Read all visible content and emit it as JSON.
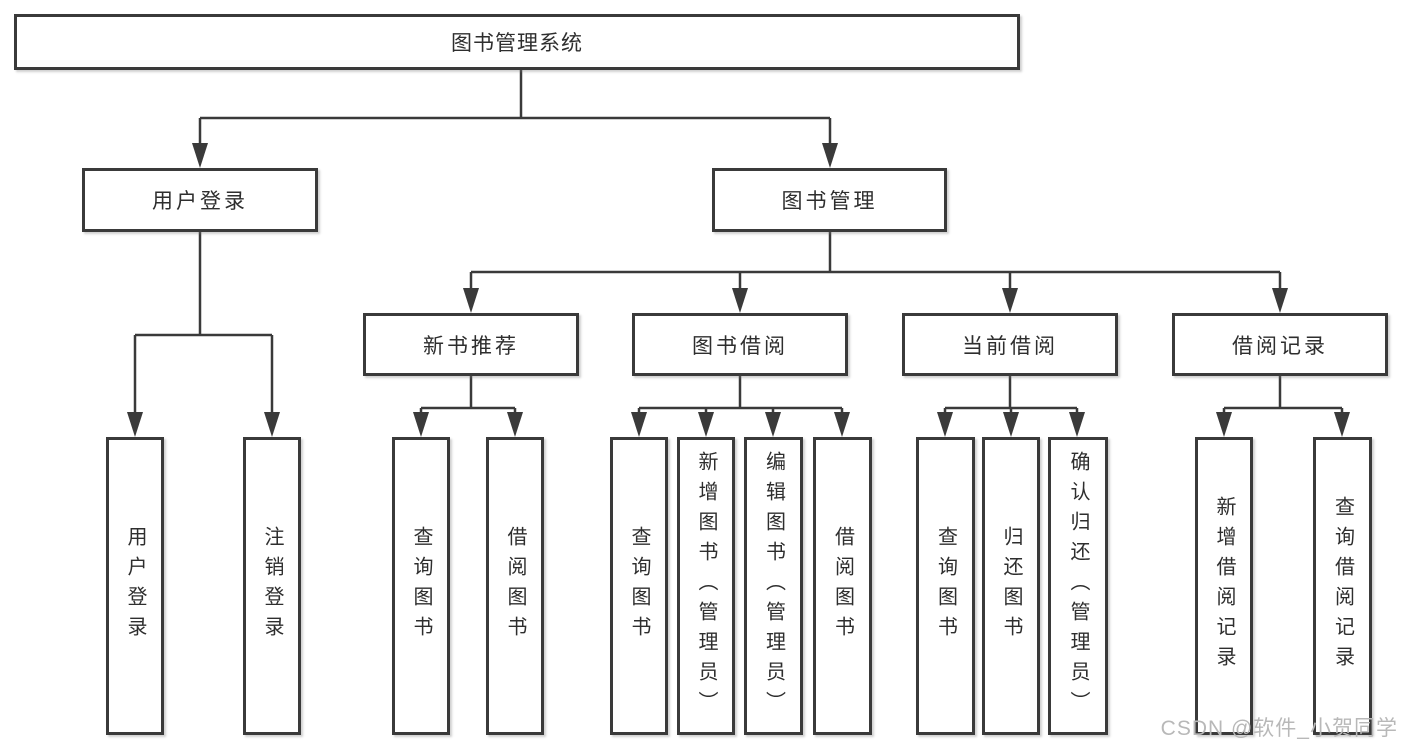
{
  "tree": {
    "label": "图书管理系统",
    "children": [
      {
        "label": "用户登录",
        "children": [
          {
            "label": "用户登录"
          },
          {
            "label": "注销登录"
          }
        ]
      },
      {
        "label": "图书管理",
        "children": [
          {
            "label": "新书推荐",
            "children": [
              {
                "label": "查询图书"
              },
              {
                "label": "借阅图书"
              }
            ]
          },
          {
            "label": "图书借阅",
            "children": [
              {
                "label": "查询图书"
              },
              {
                "label": "新增图书（管理员）"
              },
              {
                "label": "编辑图书（管理员）"
              },
              {
                "label": "借阅图书"
              }
            ]
          },
          {
            "label": "当前借阅",
            "children": [
              {
                "label": "查询图书"
              },
              {
                "label": "归还图书"
              },
              {
                "label": "确认归还（管理员）"
              }
            ]
          },
          {
            "label": "借阅记录",
            "children": [
              {
                "label": "新增借阅记录"
              },
              {
                "label": "查询借阅记录"
              }
            ]
          }
        ]
      }
    ]
  },
  "watermark": "CSDN @软件_小贺同学",
  "colors": {
    "line": "#3a3a3a",
    "box_border": "#3a3a3a",
    "box_fill": "#ffffff",
    "text": "#2e2e2e",
    "watermark_text": "#b8b8b8"
  }
}
